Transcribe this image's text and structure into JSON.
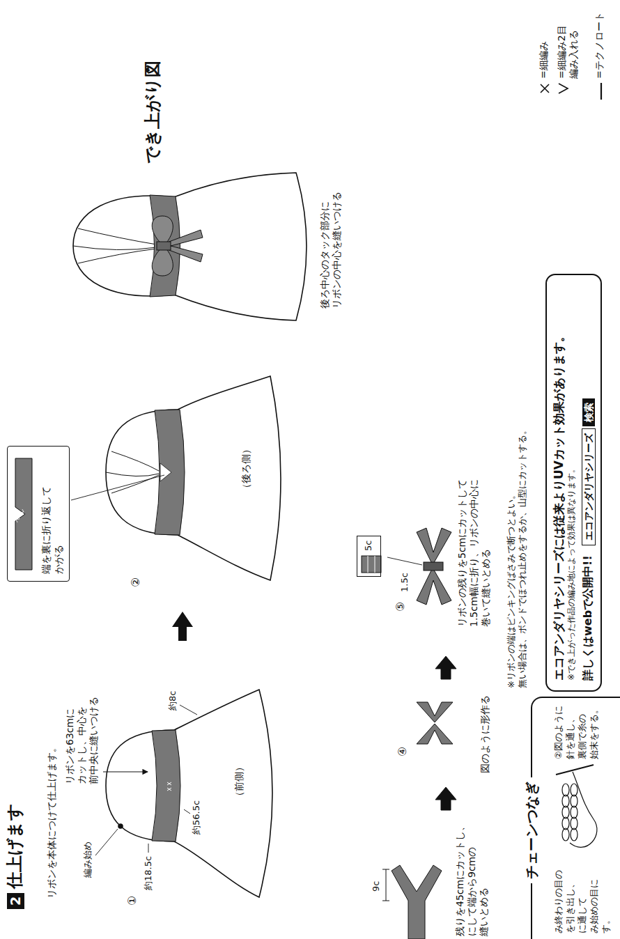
{
  "diagram": {
    "title": "仕上げます",
    "nodes": [
      {
        "text": [
          "2"
        ]
      },
      {
        "text": [
          "端を裏に折り返して かがる"
        ]
      },
      {
        "text": [
          "5c"
        ]
      },
      {
        "text": [
          "エコアンダリヤシリーズには従来よりUVカット効果があります。",
          "※でき上がった作品の編み地によって効果は異なります。",
          "詳しくはwebで公開中!!"
        ]
      },
      {
        "text": [
          "エコアンダリヤシリーズ"
        ],
        "in": 3
      },
      {
        "text": [
          "検索"
        ],
        "in": 3
      },
      {
        "text": [
          "チェーンつなぎ",
          "み終わりの目の を引き出し、 に通して み始めの目に す。",
          "②図のように 針を通し、 裏側で糸の 始末をする。"
        ]
      }
    ],
    "labels": [
      "リボンを本体につけて仕上げます。",
      "①",
      "編み始め",
      "約18.5c",
      "リボンを63cmに カットし、中心を 前中央に縫いつける",
      "約8c",
      "約56.5c",
      "（前側）",
      "②",
      "（後ろ側）",
      "でき上がり図",
      "後ろ中心のタック部分に リボンの中心を縫いつける",
      "9c",
      "残りを45cmにカットし、 にして端から9cmの 縫いとめる",
      "④",
      "図のように形作る",
      "⑤",
      "1.5c",
      "リボンの残りを5cmにカットして 1.5cm幅に折り、リボンの中心に 巻いて縫いとめる",
      "※リボンの端はピンキングばさみで断つとよい。 無い場合は、ボンドでほつれ止めをするか、山型にカットする。"
    ],
    "legend": [
      {
        "text": "=細編み"
      },
      {
        "text": "=細編み2目 編み入れる"
      },
      {
        "text": "=テクノロート"
      }
    ]
  }
}
